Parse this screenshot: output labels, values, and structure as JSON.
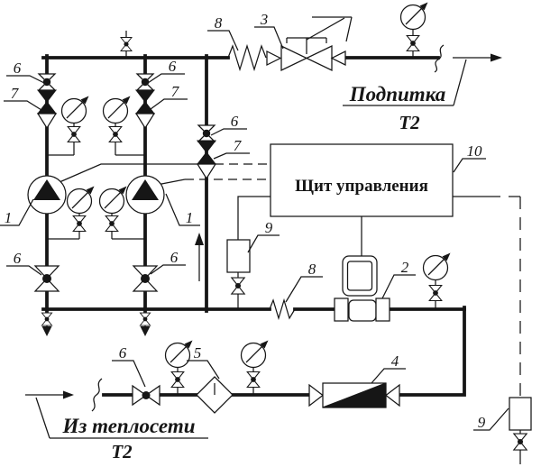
{
  "diagram": {
    "control_panel_label": "Щит управления",
    "makeup": {
      "line1": "Подпитка",
      "line2": "Т2"
    },
    "from_network": {
      "line1": "Из теплосети",
      "line2": "Т2"
    },
    "callouts": {
      "pump": "1",
      "flow_meter": "2",
      "regulating_valve": "3",
      "throttle_valve": "4",
      "filter": "5",
      "shutoff_valve": "6",
      "check_valve": "7",
      "damper": "8",
      "pressure_sensor": "9",
      "control_panel": "10"
    }
  }
}
